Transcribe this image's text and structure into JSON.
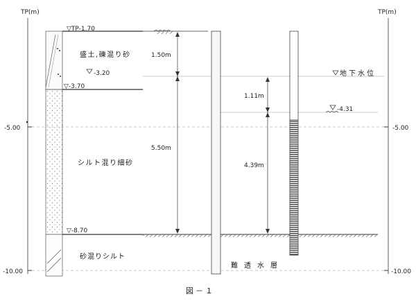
{
  "axis": {
    "unit_left": "TP(m)",
    "unit_right": "TP(m)",
    "ticks": [
      {
        "label": "-5.00",
        "value": -5.0
      },
      {
        "label": "-10.00",
        "value": -10.0
      }
    ]
  },
  "levels": {
    "tp_top": "▽TP-1.70",
    "gw_mark": "-3.20",
    "layer2_top": "▽-3.70",
    "layer3_top": "▽-8.70",
    "right_gw": "-4.31"
  },
  "layers": {
    "fill": "盛土,礫混り砂",
    "silty_sand": "シルト混り細砂",
    "sandy_silt": "砂混りシルト"
  },
  "dimensions": {
    "d1": "1.50m",
    "d2": "5.50m",
    "d3": "1.11m",
    "d4": "4.39m"
  },
  "labels": {
    "groundwater": "地下水位",
    "impermeable": "難透水層",
    "caption": "図－１"
  },
  "colors": {
    "line": "#333333",
    "grid": "#bbbbbb",
    "screen": "#555555"
  }
}
